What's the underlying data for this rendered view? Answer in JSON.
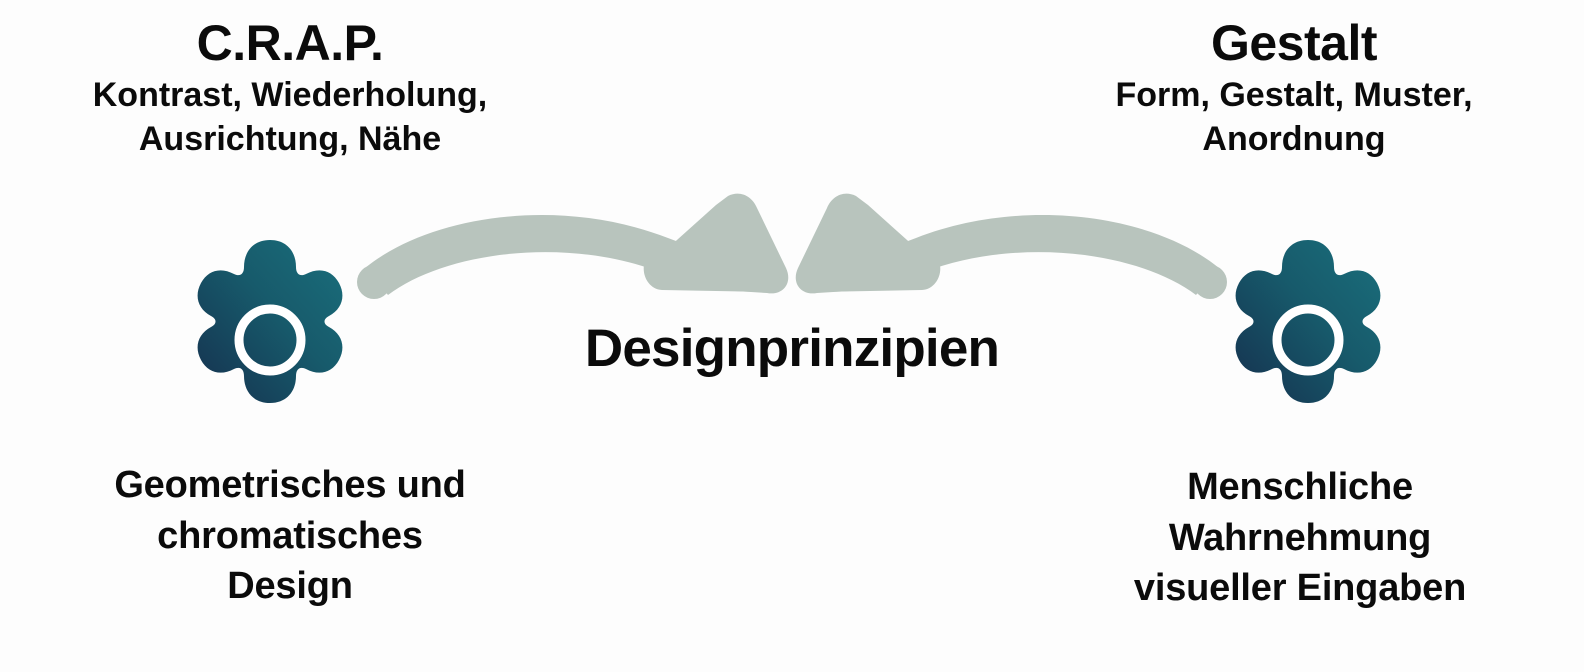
{
  "background_color": "#fdfdfd",
  "text_color": "#0b0b0b",
  "ribbon_color": "#b8c4bd",
  "gear": {
    "gradient_from": "#1a6f7c",
    "gradient_to": "#15304e",
    "hub_color": "#ffffff",
    "icon_name": "gear-icon",
    "teeth": 8
  },
  "center": {
    "label": "Designprinzipien"
  },
  "left": {
    "title": "C.R.A.P.",
    "subtitle_lines": [
      "Kontrast, Wiederholung,",
      "Ausrichtung, Nähe"
    ],
    "caption_lines": [
      "Geometrisches und",
      "chromatisches",
      "Design"
    ],
    "arrow_name": "arrow-left-to-center"
  },
  "right": {
    "title": "Gestalt",
    "subtitle_lines": [
      "Form, Gestalt, Muster,",
      "Anordnung"
    ],
    "caption_lines": [
      "Menschliche",
      "Wahrnehmung",
      "visueller Eingaben"
    ],
    "arrow_name": "arrow-right-to-center"
  }
}
